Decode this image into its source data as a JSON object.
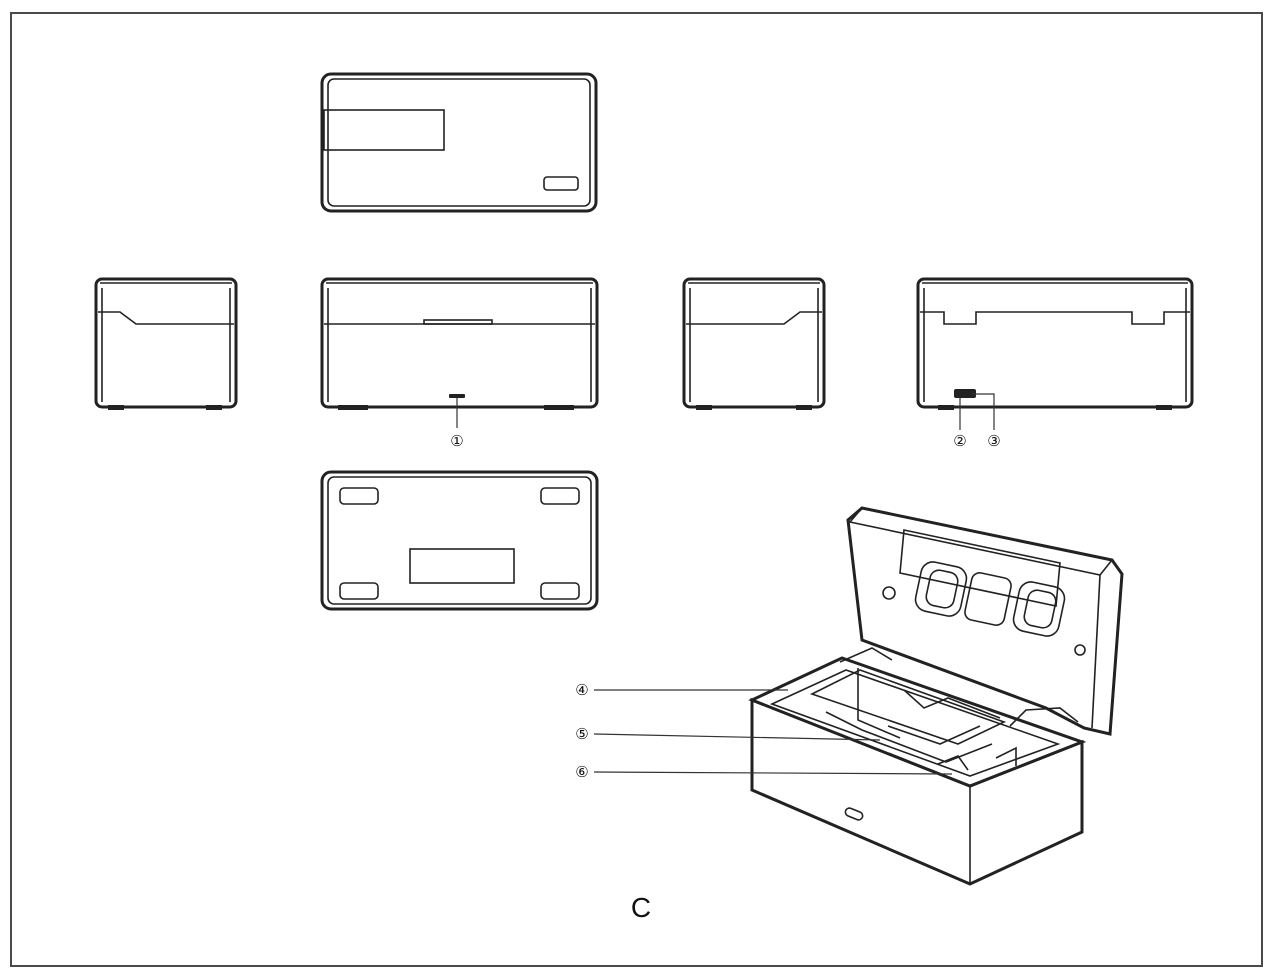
{
  "figure": {
    "label": "C"
  },
  "callouts": [
    {
      "id": "1",
      "text": "①"
    },
    {
      "id": "2",
      "text": "②"
    },
    {
      "id": "3",
      "text": "③"
    },
    {
      "id": "4",
      "text": "④"
    },
    {
      "id": "5",
      "text": "⑤"
    },
    {
      "id": "6",
      "text": "⑥"
    }
  ],
  "colors": {
    "line": "#222222",
    "frame": "#4a4a4a",
    "background": "#ffffff"
  }
}
